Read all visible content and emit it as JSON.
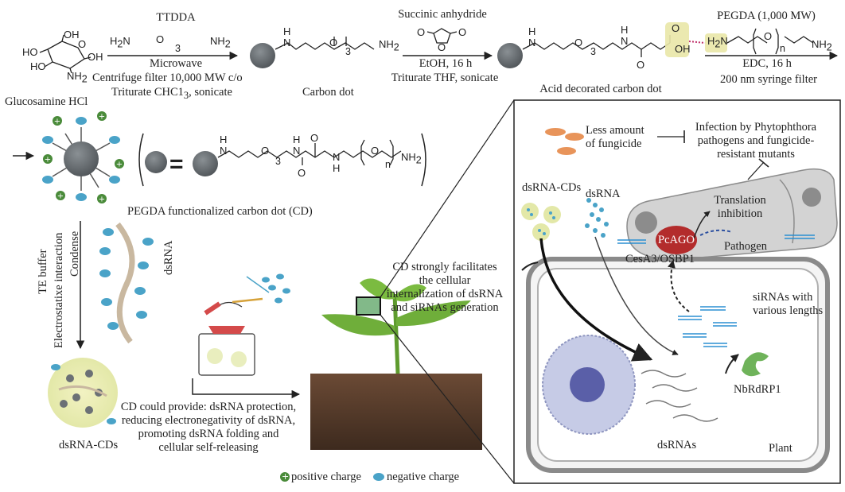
{
  "step1": {
    "reagent": "TTDDA",
    "condition_above": "Microwave",
    "condition_below_1": "Centrifuge filter 10,000 MW c/o",
    "condition_below_2": "Triturate CHC1",
    "condition_below_2_sub": "3",
    "condition_below_2_tail": ", sonicate"
  },
  "step2": {
    "reagent": "Succinic anhydride",
    "condition_above": "EtOH, 16 h",
    "condition_below": "Triturate THF, sonicate"
  },
  "step3": {
    "reagent": "PEGDA (1,000 MW)",
    "condition_above": "EDC, 16 h",
    "condition_below": "200 nm syringe filter"
  },
  "labels": {
    "glucosamine": "Glucosamine HCl",
    "carbon_dot": "Carbon dot",
    "acid_dot": "Acid decorated carbon dot",
    "pegda_cd": "PEGDA functionalized carbon dot (CD)",
    "te_buffer": "TE buffer",
    "electrostatic": "Electrostatixe interaction",
    "condense": "Condense",
    "dsrna_vertical": "dsRNA",
    "dsrna_cds_bottom": "dsRNA-CDs",
    "cd_provide": [
      "CD could provide: dsRNA protection,",
      "reducing electronegativity of dsRNA,",
      "promoting dsRNA folding and",
      "cellular self-releasing"
    ],
    "cd_facilitates": [
      "CD strongly facilitates",
      "the cellular",
      "internalization of dsRNA",
      "and siRNAs generation"
    ]
  },
  "chem": {
    "oh1": "OH",
    "ho1": "HO",
    "ho2": "HO",
    "oh2": "OH",
    "o_ring": "O",
    "nh2_gluc": "NH",
    "nh2_gluc_sub": "2",
    "h": "H",
    "n": "N",
    "o": "O",
    "nh2": "NH",
    "nh2_sub": "2",
    "h2n": "H",
    "h2n_sub": "2",
    "h2n_tail": "N",
    "sub3": "3",
    "subn": "n",
    "oh": "OH",
    "equals": "="
  },
  "panel": {
    "less_fungicide": [
      "Less amount",
      "of fungicide"
    ],
    "infection": [
      "Infection by Phytophthora",
      "pathogens and fungicide-",
      "resistant mutants"
    ],
    "dsrna_cds": "dsRNA-CDs",
    "dsrna": "dsRNA",
    "translation": [
      "Translation",
      "inhibition"
    ],
    "pcago": "PcAGO",
    "pathogen": "Pathogen",
    "cesa": "CesA3/OSBP1",
    "sirnas": [
      "siRNAs with",
      "various lengths"
    ],
    "nbrdrp": "NbRdRP1",
    "dsrnas": "dsRNAs",
    "plant": "Plant"
  },
  "legend": {
    "positive": "positive charge",
    "negative": "negative charge",
    "plus": "+"
  },
  "colors": {
    "dot": "#5f6468",
    "blue": "#4aa3c8",
    "green_plus": "#4a8b3a",
    "highlight": "#e9e7a7",
    "pathogen": "#cfcfcf",
    "pcago": "#b32c2c",
    "nbrdrp": "#6fb35a"
  }
}
